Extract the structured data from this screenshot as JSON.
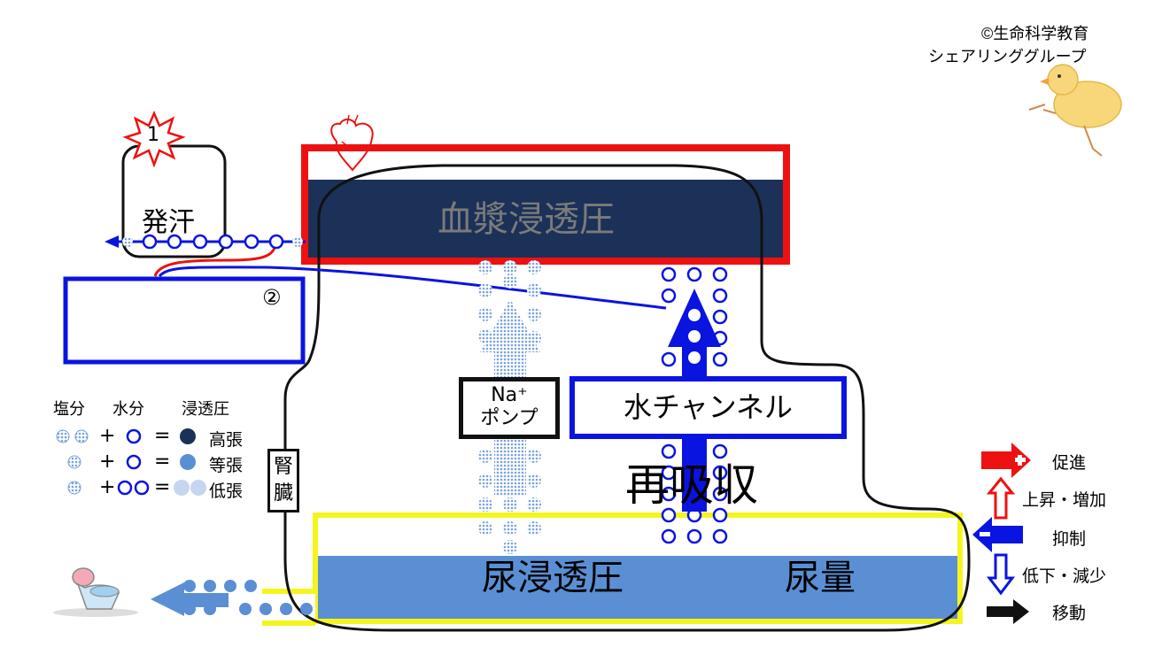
{
  "copyright": {
    "line1": "©生命科学教育",
    "line2": "シェアリンググループ"
  },
  "blood": {
    "label": "血漿浸透圧"
  },
  "sweat": {
    "label": "発汗",
    "badge": "1"
  },
  "box2": {
    "number": "②"
  },
  "kidney": {
    "label": "腎\n臓"
  },
  "na_pump": {
    "line1": "Na⁺",
    "line2": "ポンプ"
  },
  "water_channel": {
    "label": "水チャンネル"
  },
  "reabsorption": {
    "label": "再吸収"
  },
  "urine": {
    "osmotic_label": "尿浸透圧",
    "volume_label": "尿量"
  },
  "osmo_legend": {
    "headers": [
      "塩分",
      "水分",
      "浸透圧"
    ],
    "rows": [
      {
        "plus": "+",
        "equals": "=",
        "result": "高張"
      },
      {
        "plus": "+",
        "equals": "=",
        "result": "等張"
      },
      {
        "plus": "+",
        "equals": "=",
        "result": "低張"
      }
    ]
  },
  "arrow_legend": [
    {
      "label": "促進",
      "icon": "red-plus-arrow-icon"
    },
    {
      "label": "上昇・増加",
      "icon": "red-up-arrow-outline-icon"
    },
    {
      "label": "抑制",
      "icon": "blue-minus-arrow-icon"
    },
    {
      "label": "低下・減少",
      "icon": "blue-down-arrow-outline-icon"
    },
    {
      "label": "移動",
      "icon": "black-right-arrow-icon"
    }
  ],
  "colors": {
    "red": "#ee1111",
    "blue": "#0a14e0",
    "navy": "#1b3158",
    "urine_blue": "#5a8fd4",
    "yellow": "#f5f51e",
    "dot_blue": "#7aa2dc"
  }
}
